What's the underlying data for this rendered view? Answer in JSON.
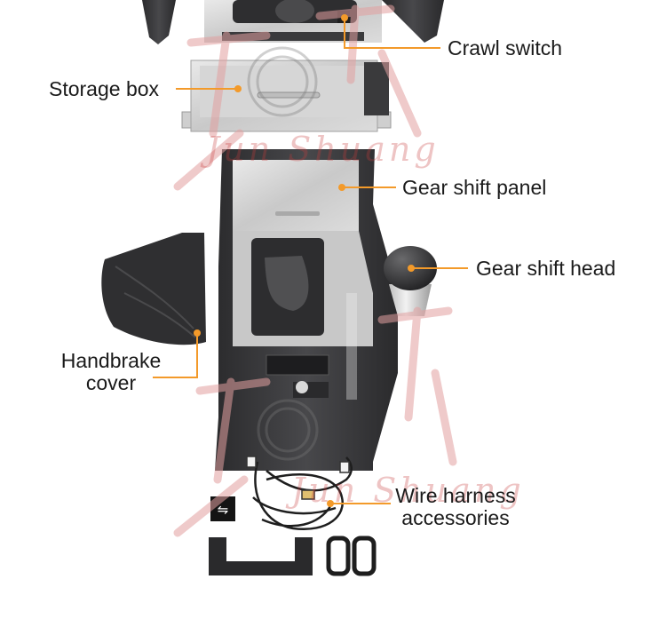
{
  "accent_color": "#f39a2a",
  "watermark_color": "#e2a0a0",
  "watermark_text": [
    "Jun Shuang",
    "Jun Shuang"
  ],
  "labels": {
    "crawl_switch": "Crawl switch",
    "storage_box": "Storage box",
    "gear_shift_panel": "Gear shift panel",
    "gear_shift_head": "Gear shift head",
    "handbrake_cover": [
      "Handbrake",
      "cover"
    ],
    "wire_harness": [
      "Wire harness",
      "accessories"
    ]
  },
  "icons": [
    "usb-icon",
    "wheel-watermark-icon"
  ]
}
